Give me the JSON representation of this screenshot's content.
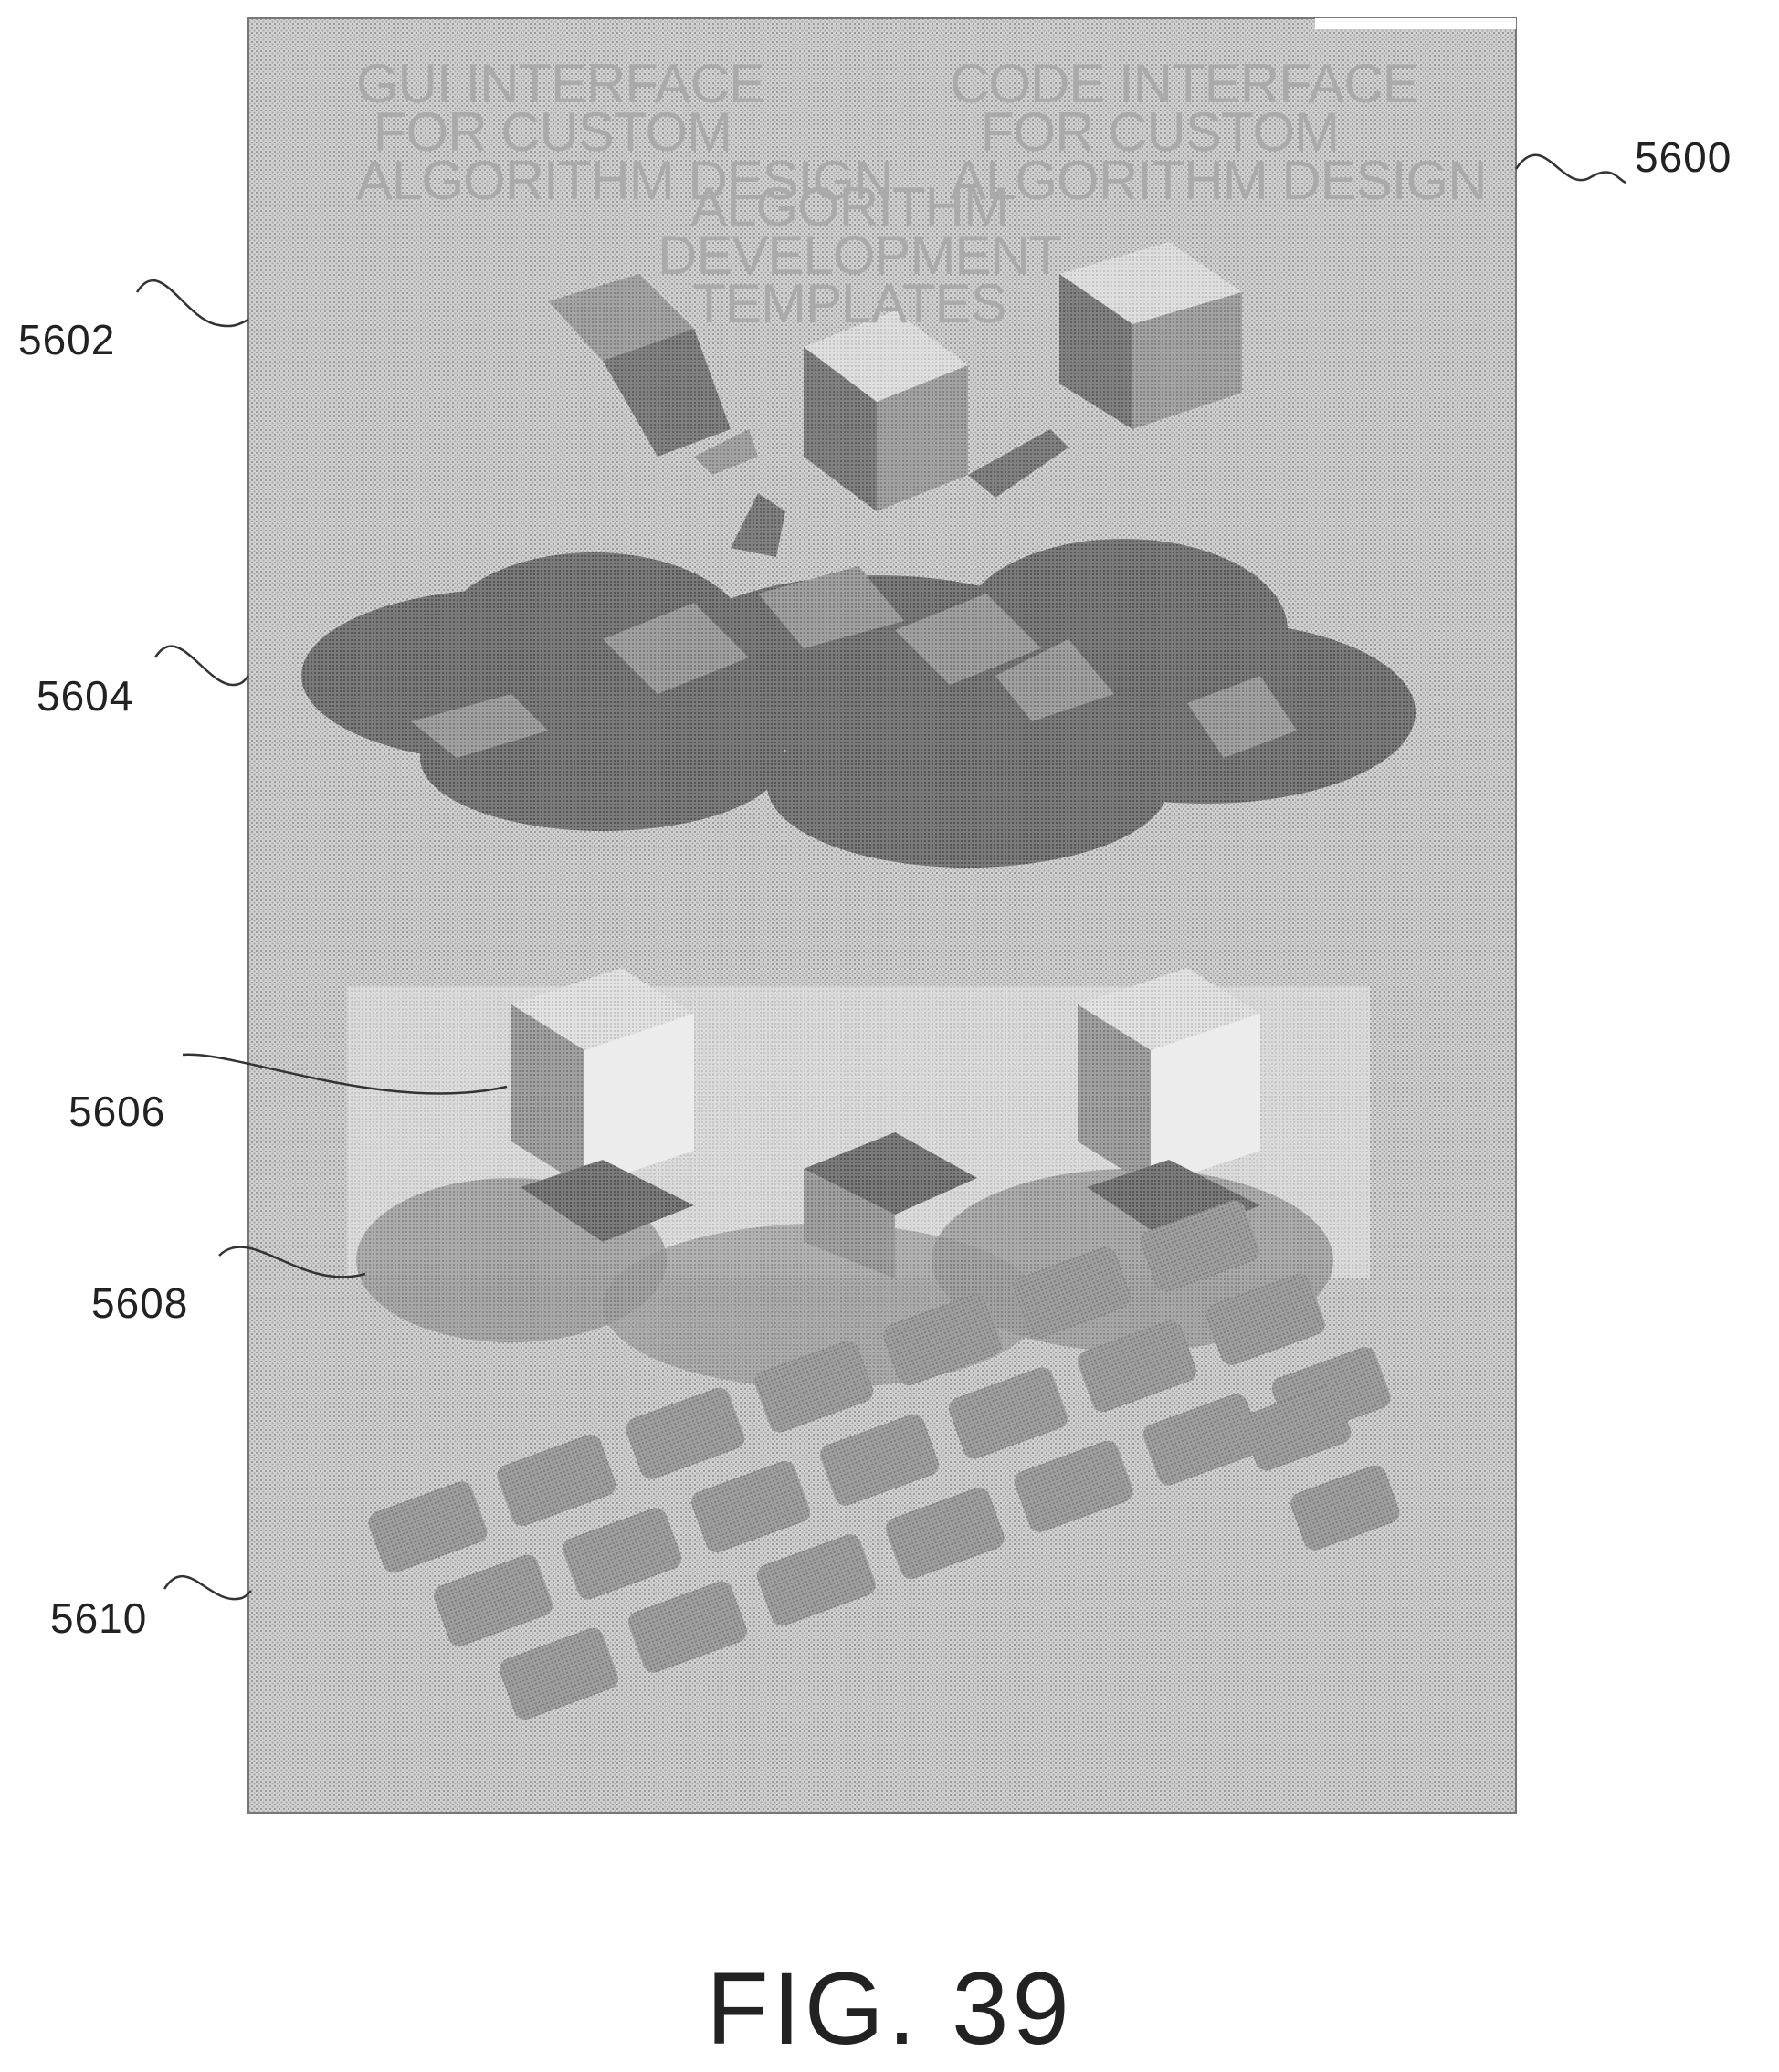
{
  "figure": {
    "caption": "FIG. 39",
    "reference_numerals": {
      "r5600": "5600",
      "r5602": "5602",
      "r5604": "5604",
      "r5606": "5606",
      "r5608": "5608",
      "r5610": "5610"
    },
    "panel_labels": {
      "gui": [
        "GUI INTERFACE",
        "FOR CUSTOM",
        "ALGORITHM DESIGN"
      ],
      "templates": [
        "ALGORITHM",
        "DEVELOPMENT",
        "TEMPLATES"
      ],
      "code": [
        "CODE INTERFACE",
        "FOR CUSTOM",
        "ALGORITHM DESIGN"
      ]
    }
  }
}
